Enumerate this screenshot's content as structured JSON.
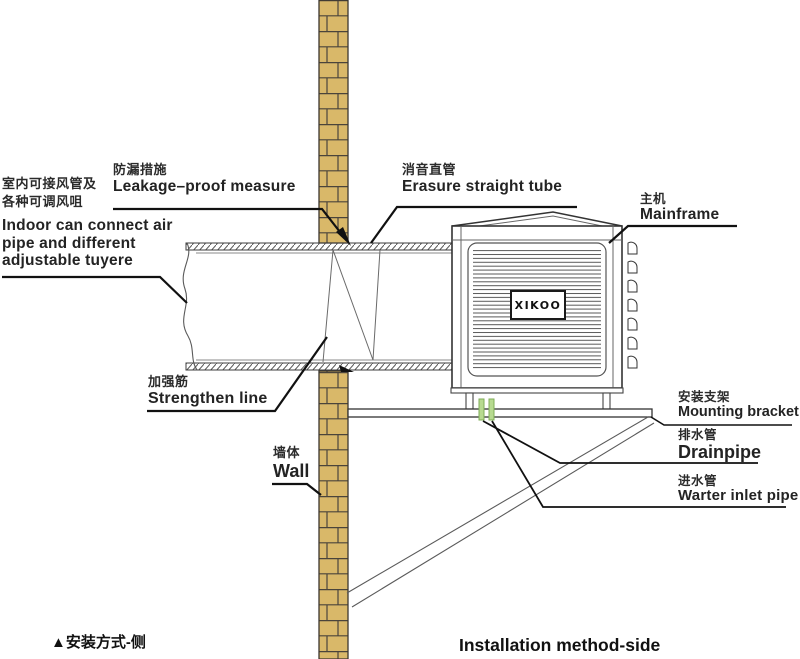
{
  "title": "XIKOO evaporative cooler side installation diagram",
  "unit": {
    "brand": "XIKOO"
  },
  "labels": {
    "indoor": {
      "cn_line1": "室内可接风管及",
      "cn_line2": "各种可调风咀",
      "en_line1": "Indoor can connect air",
      "en_line2": "pipe and different",
      "en_line3": "adjustable tuyere"
    },
    "leakage": {
      "cn": "防漏措施",
      "en": "Leakage–proof measure"
    },
    "erasure": {
      "cn": "消音直管",
      "en": "Erasure straight tube"
    },
    "mainframe": {
      "cn": "主机",
      "en": "Mainframe"
    },
    "strengthen": {
      "cn": "加强筋",
      "en": "Strengthen line"
    },
    "wall": {
      "cn": "墙体",
      "en": "Wall"
    },
    "bracket": {
      "cn": "安装支架",
      "en": "Mounting bracket"
    },
    "drainpipe": {
      "cn": "排水管",
      "en": "Drainpipe"
    },
    "inlet": {
      "cn": "进水管",
      "en": "Warter inlet pipe"
    }
  },
  "captions": {
    "left": "▲安装方式-侧",
    "right": "Installation method-side"
  },
  "colors": {
    "brick_fill": "#d9b869",
    "brick_line": "#4a443b",
    "diagram_line": "#4f4f4f",
    "leader_line": "#111111",
    "green_bar": "#b7da90",
    "green_bar_border": "#7fae57",
    "text": "#2b2b2b"
  }
}
